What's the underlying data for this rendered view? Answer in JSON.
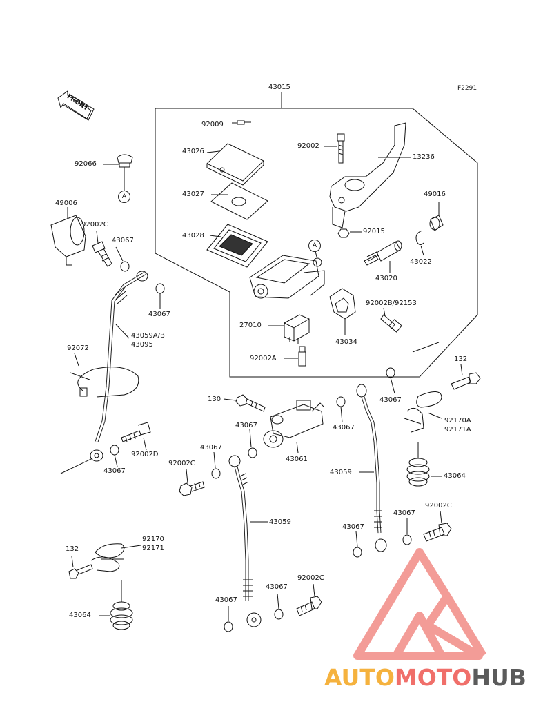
{
  "figure_code": "F2291",
  "front_marker": "FRONT",
  "callout_marker": "A",
  "parts": {
    "p43015": "43015",
    "p92009": "92009",
    "p43026": "43026",
    "p43027": "43027",
    "p43028": "43028",
    "p92002_top": "92002",
    "p13236": "13236",
    "p49016": "49016",
    "p92015": "92015",
    "p43022": "43022",
    "p43020": "43020",
    "p92002b": "92002B/92153",
    "p43034": "43034",
    "p27010": "27010",
    "p92002a": "92002A",
    "p92066": "92066",
    "p49006": "49006",
    "p92002c_a": "92002C",
    "p43067_a": "43067",
    "p43067_b": "43067",
    "p43059ab": "43059A/B",
    "p43095": "43095",
    "p92072": "92072",
    "p92002d": "92002D",
    "p43067_c": "43067",
    "p132_a": "132",
    "p43067_d": "43067",
    "p92170a": "92170A",
    "p92171a": "92171A",
    "p43064_a": "43064",
    "p130": "130",
    "p43067_e": "43067",
    "p43067_f": "43067",
    "p43061": "43061",
    "p43067_g": "43067",
    "p92002c_b": "92002C",
    "p43059_a": "43059",
    "p43059_b": "43059",
    "p43067_h": "43067",
    "p43067_i": "43067",
    "p92002c_c": "92002C",
    "p92170": "92170",
    "p92171": "92171",
    "p132_b": "132",
    "p43064_b": "43064",
    "p43067_j": "43067",
    "p43067_k": "43067",
    "p92002c_d": "92002C"
  },
  "watermark": {
    "part1": "AUTO",
    "part2": "MOTO",
    "part3": "HUB",
    "colors": {
      "gold": "#f5b23e",
      "coral": "#f06f6a",
      "gray": "#5b5b5b"
    }
  }
}
